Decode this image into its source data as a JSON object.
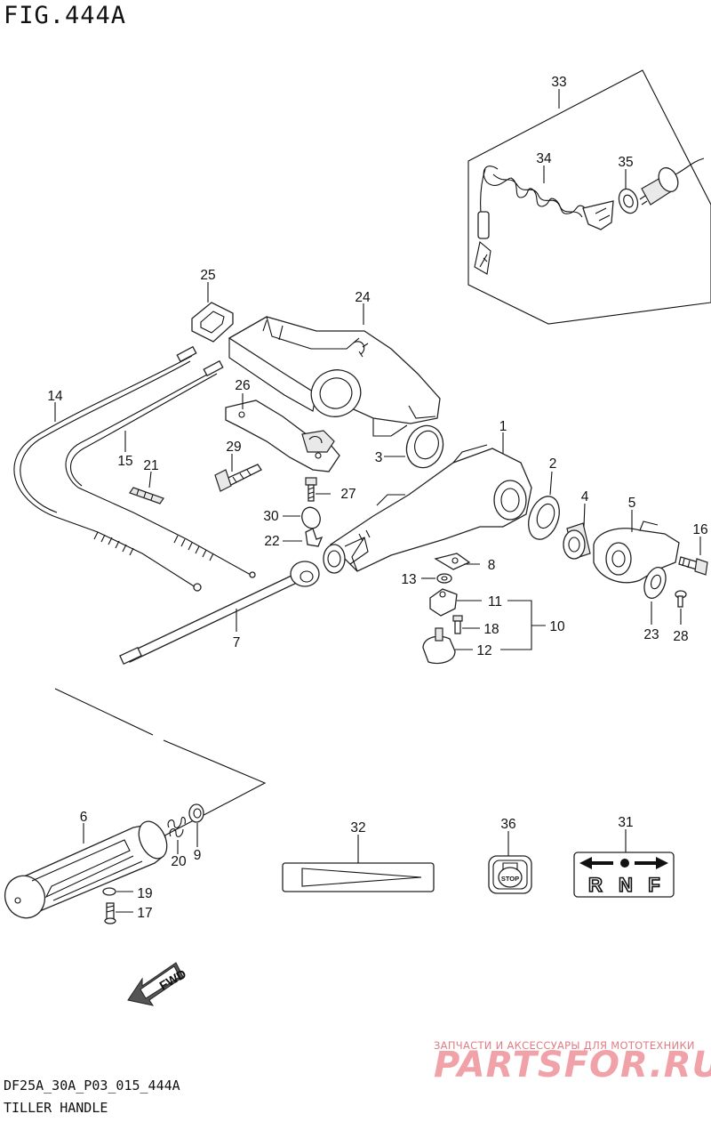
{
  "figure": {
    "title": "FIG.444A",
    "code": "DF25A_30A_P03_015_444A",
    "name": "TILLER HANDLE"
  },
  "callouts": [
    "1",
    "2",
    "3",
    "4",
    "5",
    "6",
    "7",
    "8",
    "9",
    "10",
    "11",
    "12",
    "13",
    "14",
    "15",
    "16",
    "17",
    "18",
    "19",
    "20",
    "21",
    "22",
    "23",
    "24",
    "25",
    "26",
    "27",
    "28",
    "29",
    "30",
    "31",
    "32",
    "33",
    "34",
    "35",
    "36"
  ],
  "decals": {
    "stop_button": "STOP",
    "shift_letters": [
      "R",
      "N",
      "F"
    ],
    "direction_arrow": "FWD"
  },
  "watermark": {
    "caption": "ЗАПЧАСТИ И АКСЕССУАРЫ ДЛЯ МОТОТЕХНИКИ",
    "logo": "PARTSFOR.RU"
  },
  "colors": {
    "line": "#111111",
    "watermark": "#f0a2a8"
  }
}
